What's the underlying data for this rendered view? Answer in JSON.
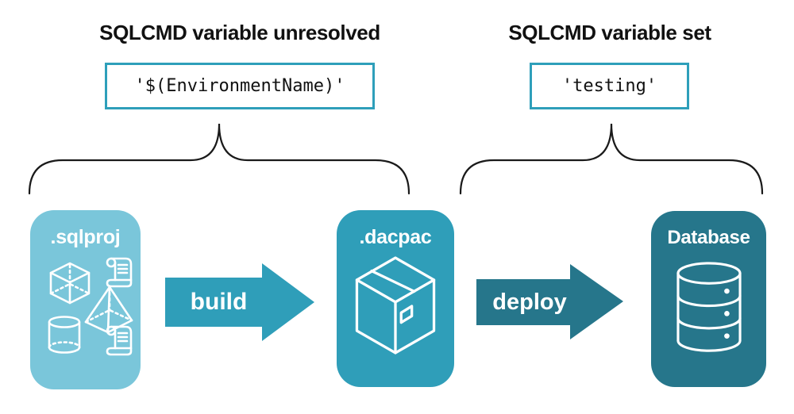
{
  "annotations": {
    "left": {
      "heading": "SQLCMD variable unresolved",
      "code": "'$(EnvironmentName)'"
    },
    "right": {
      "heading": "SQLCMD variable set",
      "code": "'testing'"
    }
  },
  "pipeline": {
    "stages": [
      {
        "label": ".sqlproj",
        "icon": "sql-objects-icon",
        "color": "#7AC6DA"
      },
      {
        "label": ".dacpac",
        "icon": "package-icon",
        "color": "#2F9EB9"
      },
      {
        "label": "Database",
        "icon": "database-icon",
        "color": "#26768B"
      }
    ],
    "arrows": [
      {
        "label": "build",
        "color": "#2F9EB9"
      },
      {
        "label": "deploy",
        "color": "#26768B"
      }
    ]
  },
  "colors": {
    "background": "#FFFFFF",
    "heading_text": "#111111",
    "code_text": "#111111",
    "code_box_border": "#2E9FBA",
    "brace_stroke": "#1A1A1A",
    "stage_sqlproj": "#7AC6DA",
    "stage_dacpac": "#2F9EB9",
    "stage_database": "#26768B",
    "arrow_build": "#2F9EB9",
    "arrow_deploy": "#26768B",
    "icon_stroke": "#FFFFFF"
  }
}
